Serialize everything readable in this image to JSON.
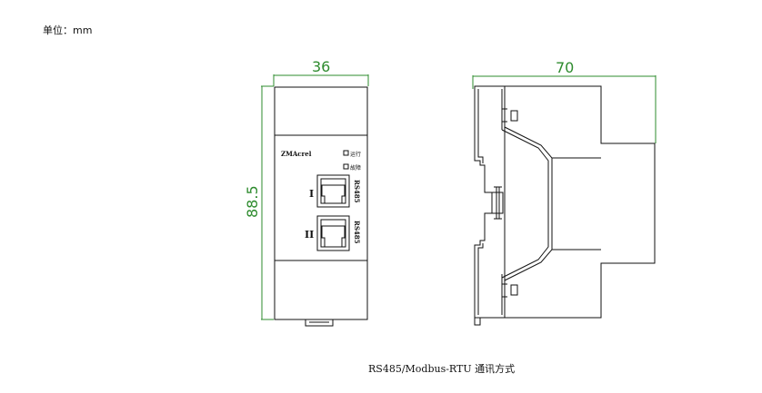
{
  "header": {
    "unit_label": "单位：mm"
  },
  "front_view": {
    "width_label": "36",
    "height_label": "88.5",
    "brand": "ZMAcrel",
    "indicator_run": "运行",
    "indicator_fault": "故障",
    "port_1_label": "I",
    "port_2_label": "II",
    "port_1_text": "RS485",
    "port_2_text": "RS485"
  },
  "side_view": {
    "width_label": "70"
  },
  "caption": {
    "text": "RS485/Modbus-RTU 通讯方式"
  },
  "colors": {
    "dimension": "#2e8b2e",
    "outline": "#111111"
  }
}
